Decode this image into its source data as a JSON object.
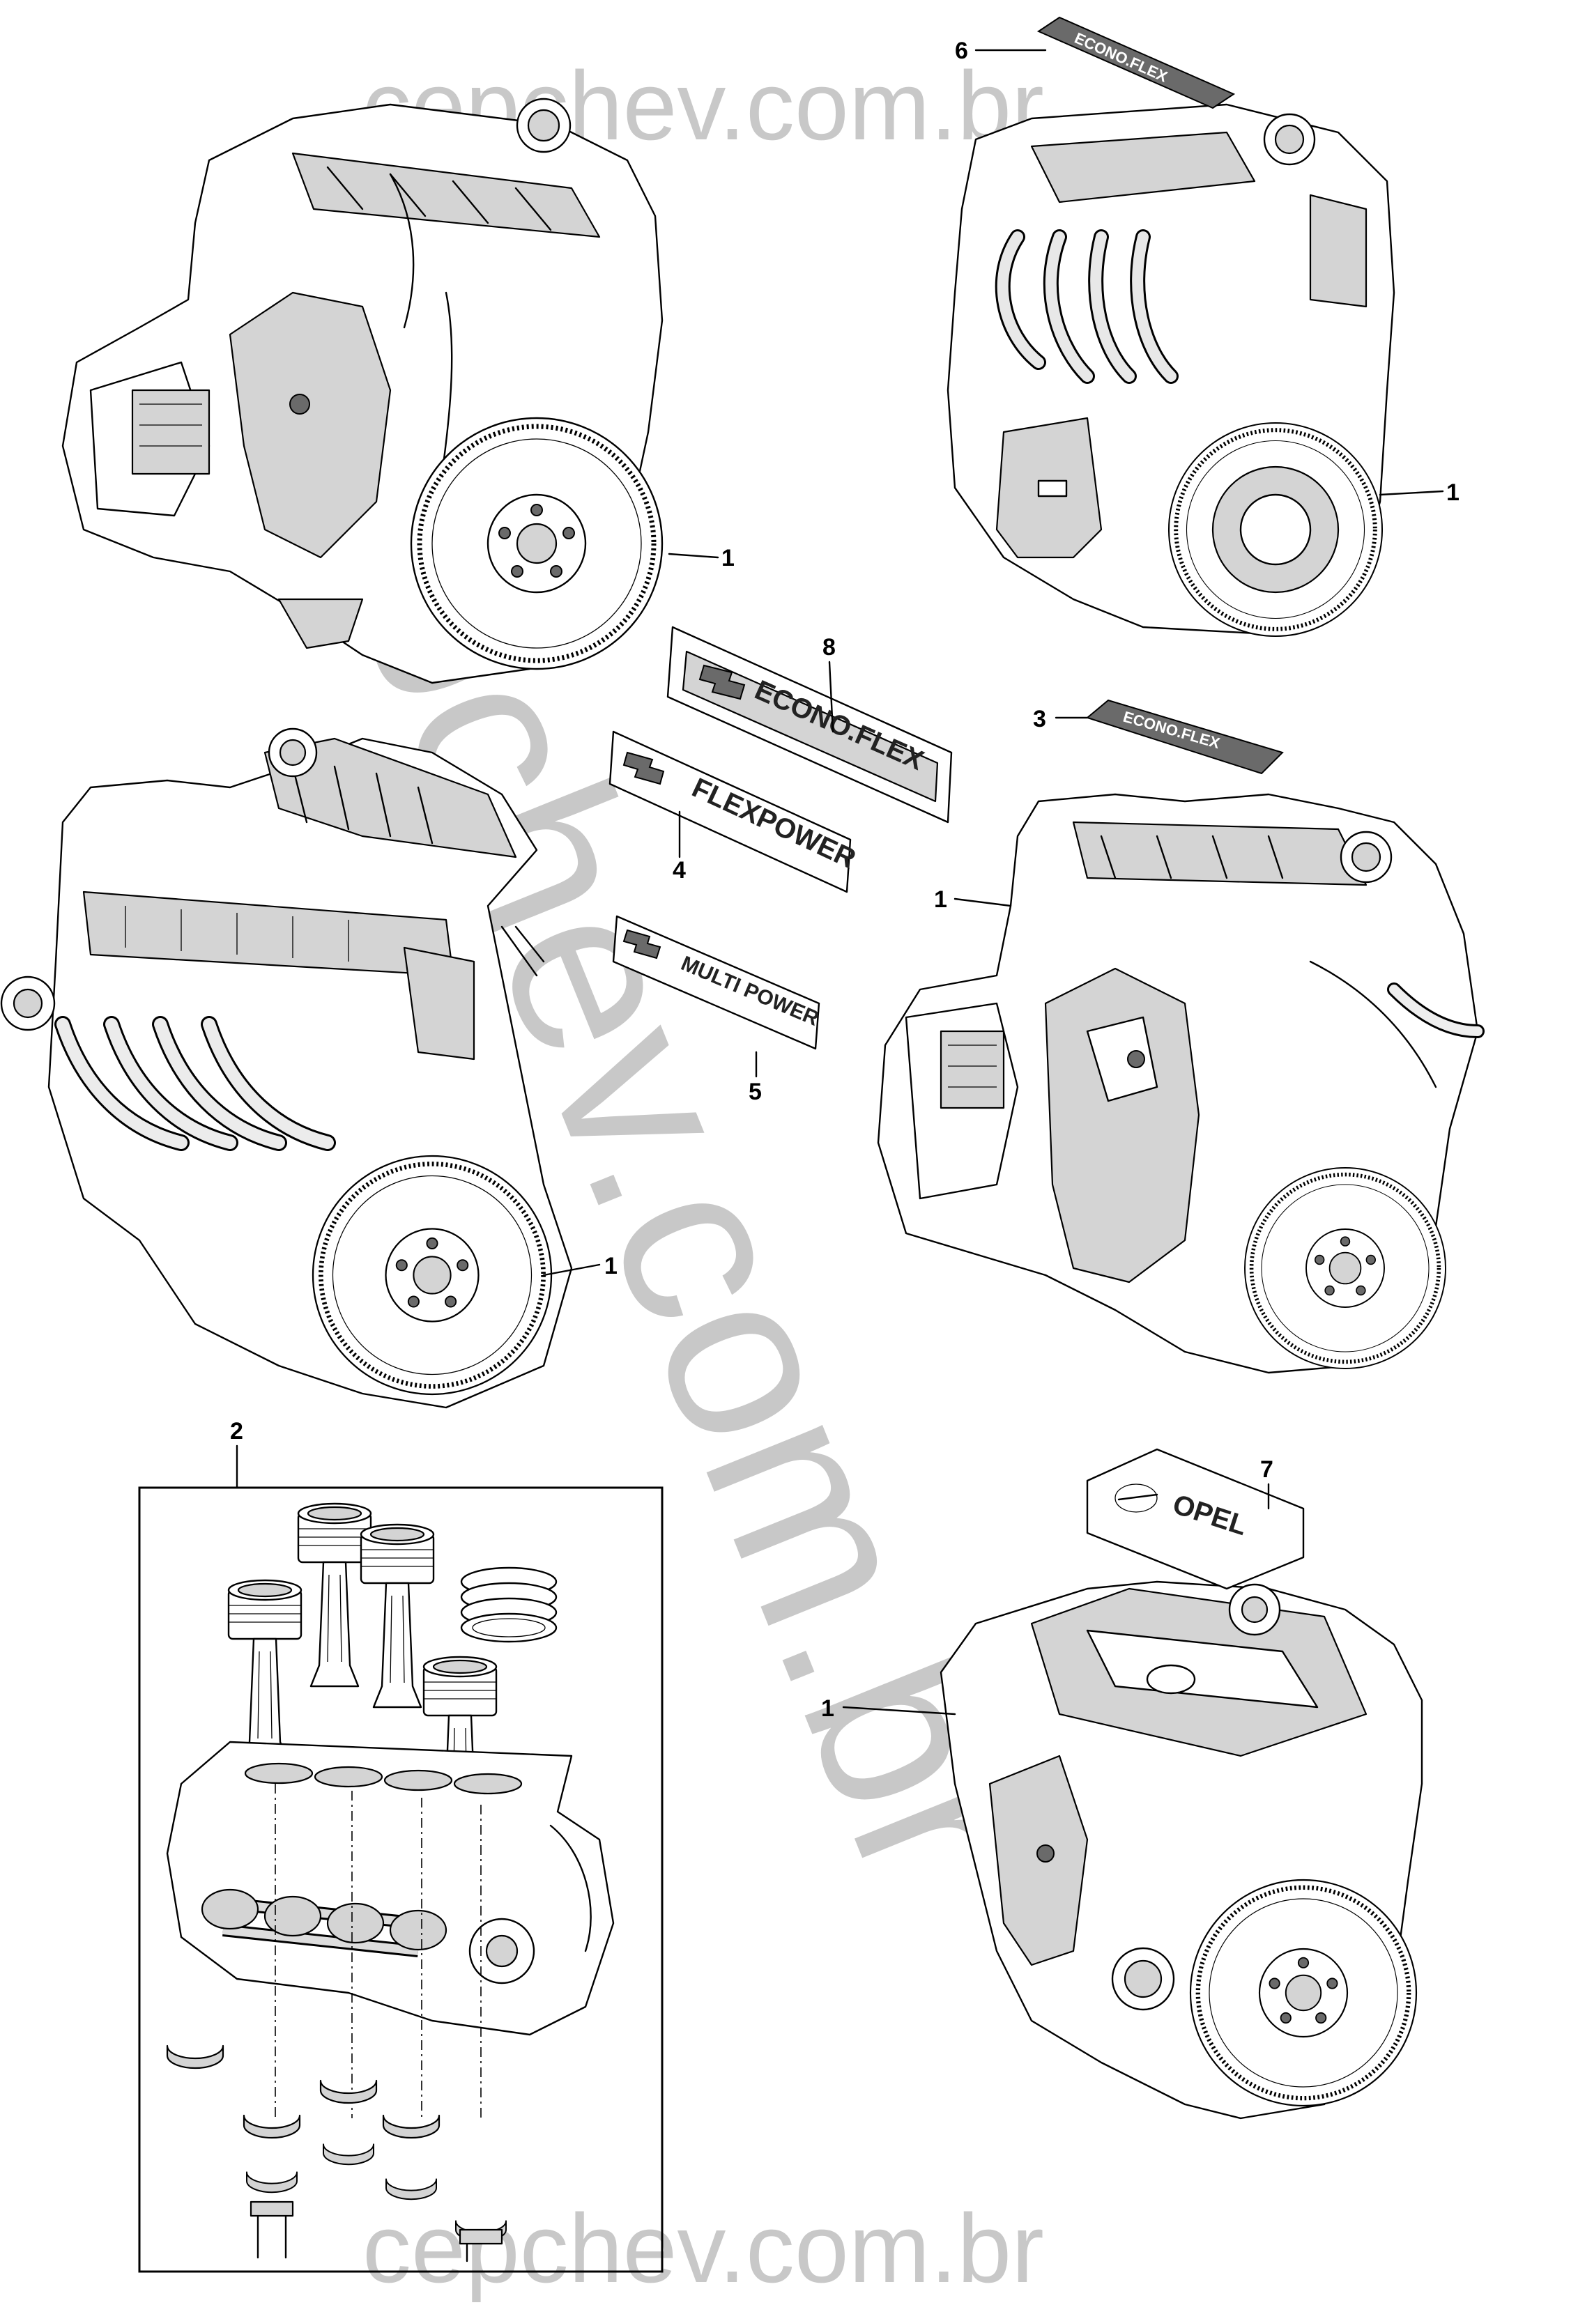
{
  "callouts": {
    "c1a": "1",
    "c1b": "1",
    "c1c": "1",
    "c1d": "1",
    "c1e": "1",
    "c2": "2",
    "c3": "3",
    "c4": "4",
    "c5": "5",
    "c6": "6",
    "c7": "7",
    "c8": "8"
  },
  "badges": {
    "econoflex": "ECONO.FLEX",
    "flexpower": "FLEXPOWER",
    "multipower": "MULTI POWER",
    "opel": "OPEL",
    "badge3": "ECONO.FLEX",
    "badge6": "ECONO.FLEX"
  },
  "watermark": {
    "top": "cepchev.com.br",
    "diagonal": "cepchev.com.br",
    "bottom": "cepchev.com.br"
  }
}
